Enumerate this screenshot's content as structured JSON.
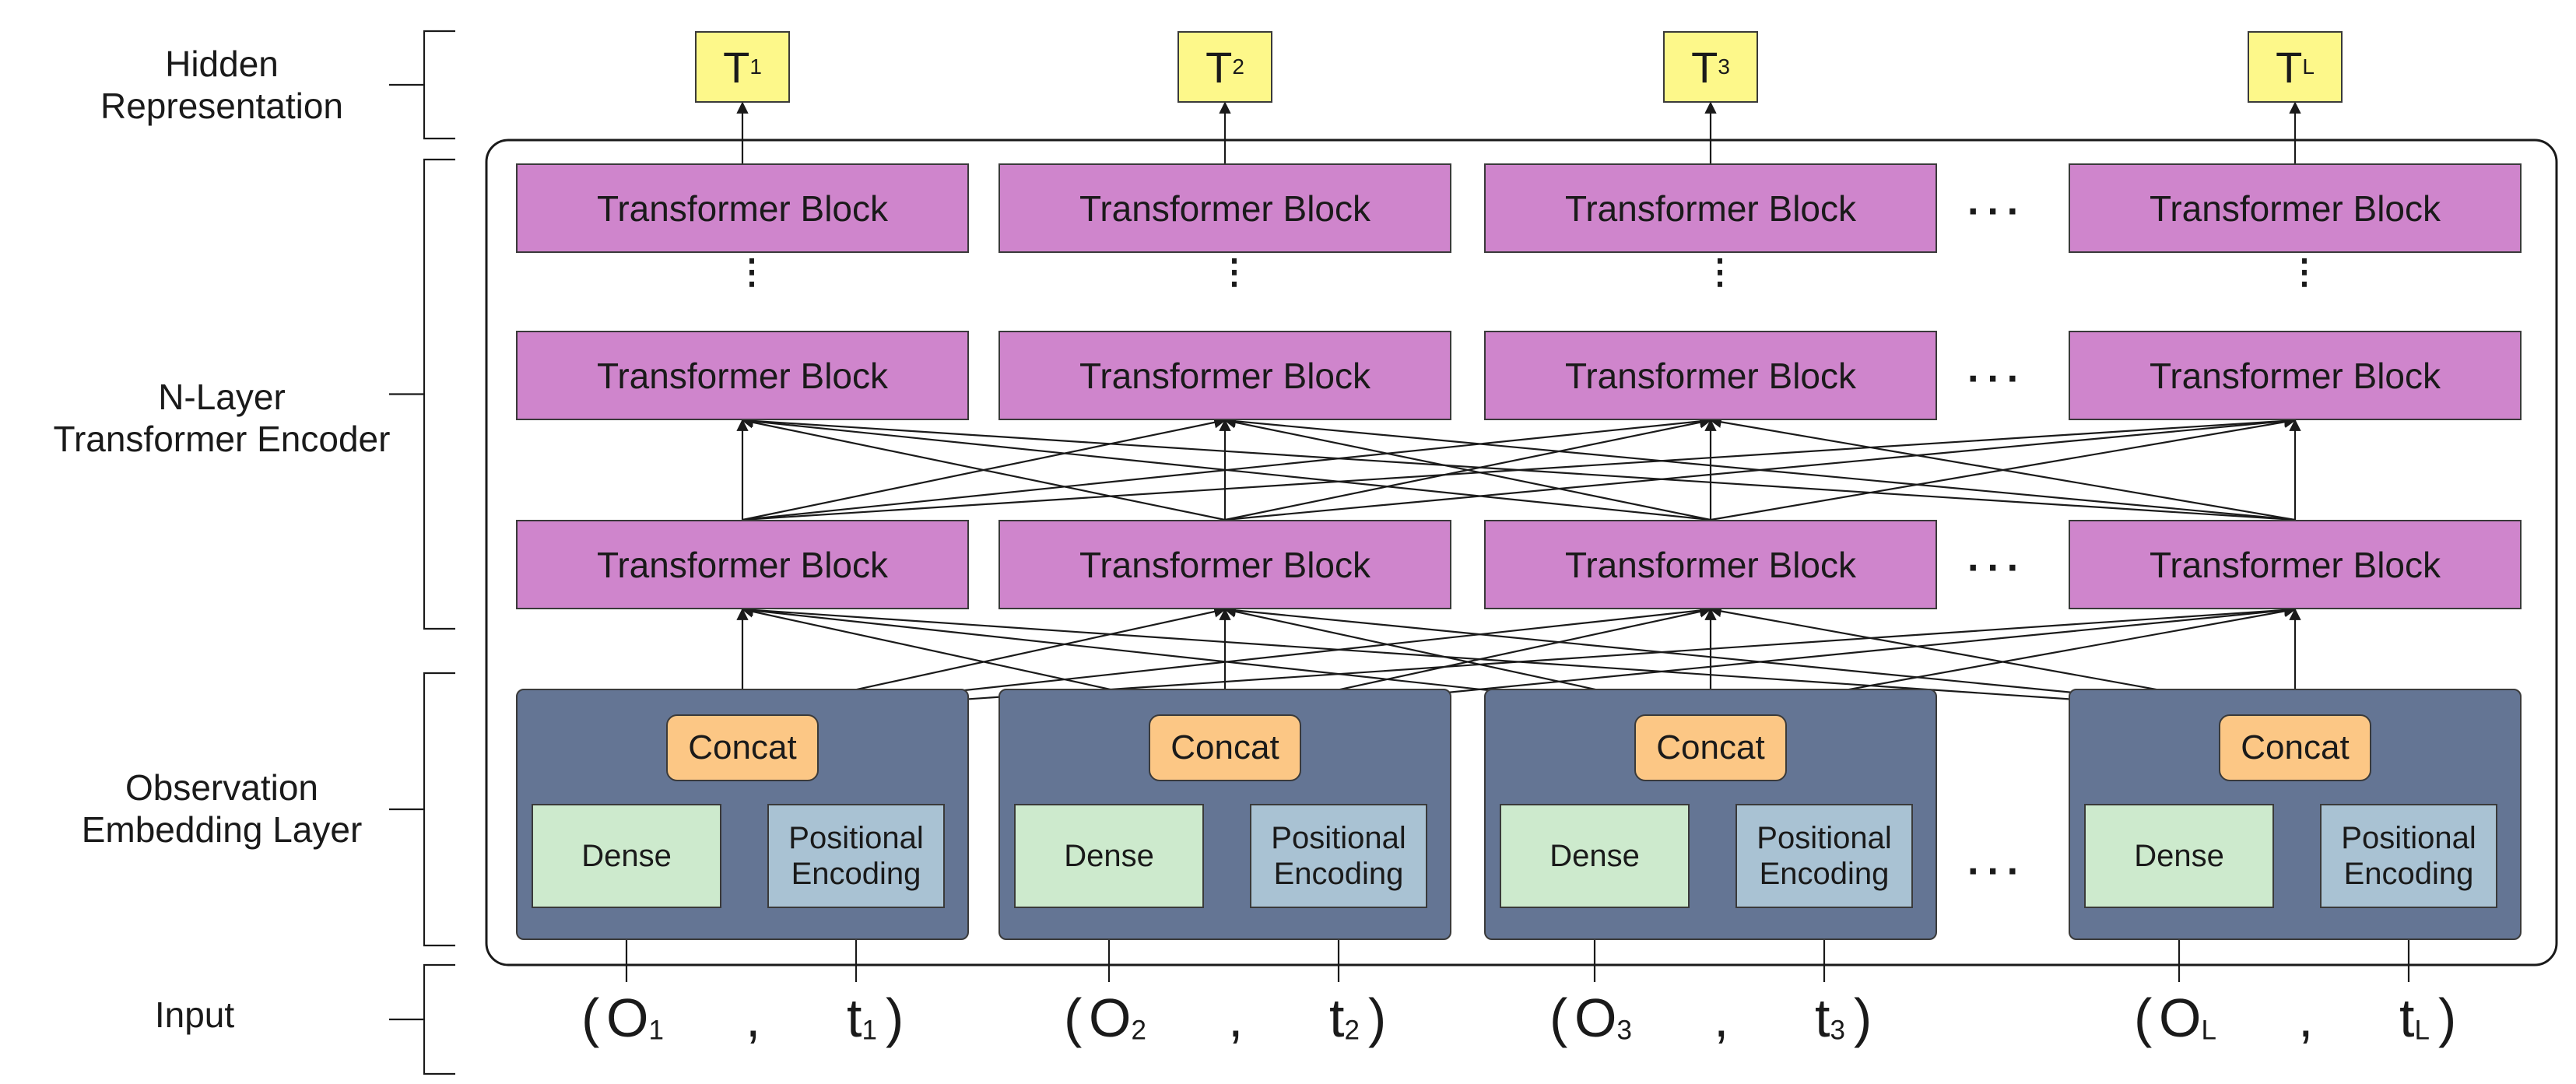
{
  "row_labels": {
    "hidden": "Hidden\nRepresentation",
    "encoder": "N-Layer\nTransformer Encoder",
    "embedding": "Observation\nEmbedding Layer",
    "input": "Input"
  },
  "outputs": [
    {
      "base": "T",
      "sub": "1"
    },
    {
      "base": "T",
      "sub": "2"
    },
    {
      "base": "T",
      "sub": "3"
    },
    {
      "base": "T",
      "sub": "L"
    }
  ],
  "transformer_block_label": "Transformer Block",
  "embedding": {
    "concat": "Concat",
    "dense": "Dense",
    "positional": "Positional\nEncoding"
  },
  "inputs": [
    {
      "o_sub": "1",
      "t_sub": "1"
    },
    {
      "o_sub": "2",
      "t_sub": "2"
    },
    {
      "o_sub": "3",
      "t_sub": "3"
    },
    {
      "o_sub": "L",
      "t_sub": "L"
    }
  ],
  "input_symbols": {
    "open": "(",
    "o": "O",
    "comma": ",",
    "t": "t",
    "close": ")"
  },
  "ellipsis": "···",
  "vertical_ellipsis": "⋮",
  "colors": {
    "transformer": "#cf85cc",
    "output": "#fdf88a",
    "embedding_bg": "#647594",
    "concat": "#fcc785",
    "dense": "#cdeacd",
    "positional": "#a9c2d3"
  }
}
